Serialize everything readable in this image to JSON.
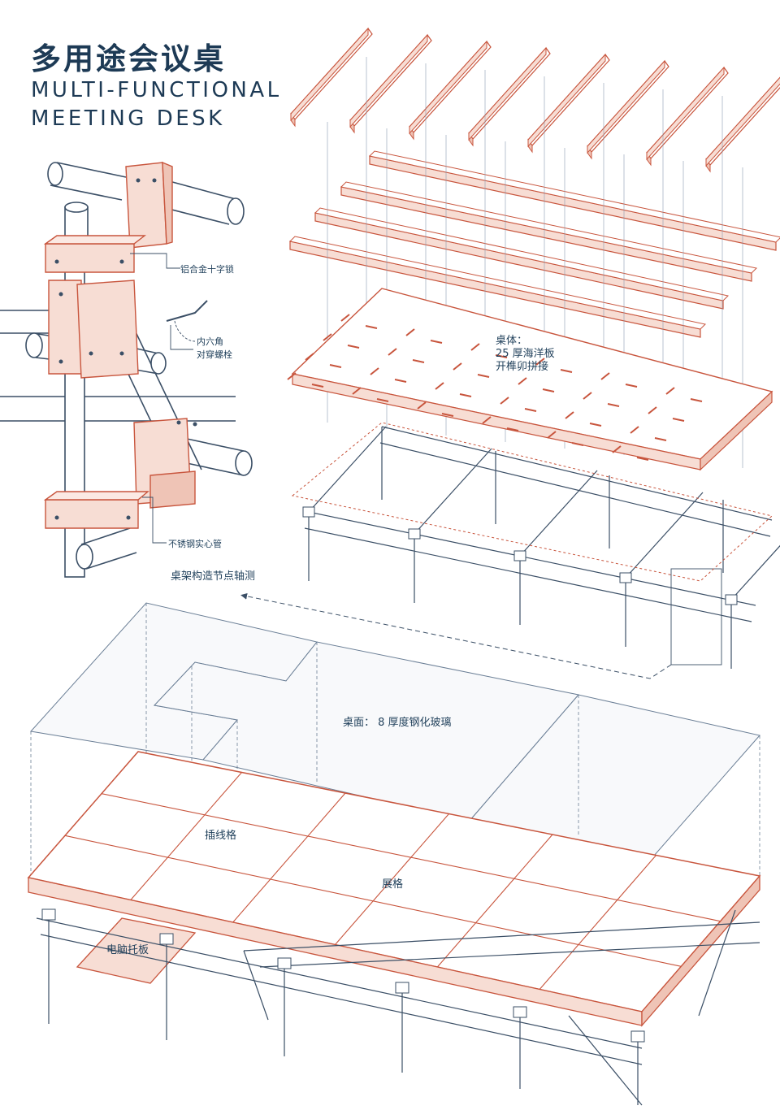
{
  "title": {
    "chinese": "多用途会议桌",
    "english_line1": "MULTI-FUNCTIONAL",
    "english_line2": "MEETING DESK"
  },
  "labels": {
    "aluminum_cross_lock": "铝合金十字锁",
    "hex_bolt_line1": "内六角",
    "hex_bolt_line2": "对穿螺栓",
    "steel_tube": "不锈钢实心管",
    "joint_axonometric": "桌架构造节点轴测",
    "desk_body_line1": "桌体：",
    "desk_body_line2": "25 厚海洋板",
    "desk_body_line3": "开榫卯拼接",
    "glass_top": "桌面：  8 厚度钢化玻璃",
    "cable_grid": "插线格",
    "display_grid": "展格",
    "computer_tray": "电脑托板"
  },
  "colors": {
    "line": "#3b4f66",
    "thin": "#8a9bb0",
    "red": "#c8553d",
    "red_fill": "#f7ddd4",
    "panel_fill": "#f3f5f8",
    "title": "#1d3a55"
  }
}
